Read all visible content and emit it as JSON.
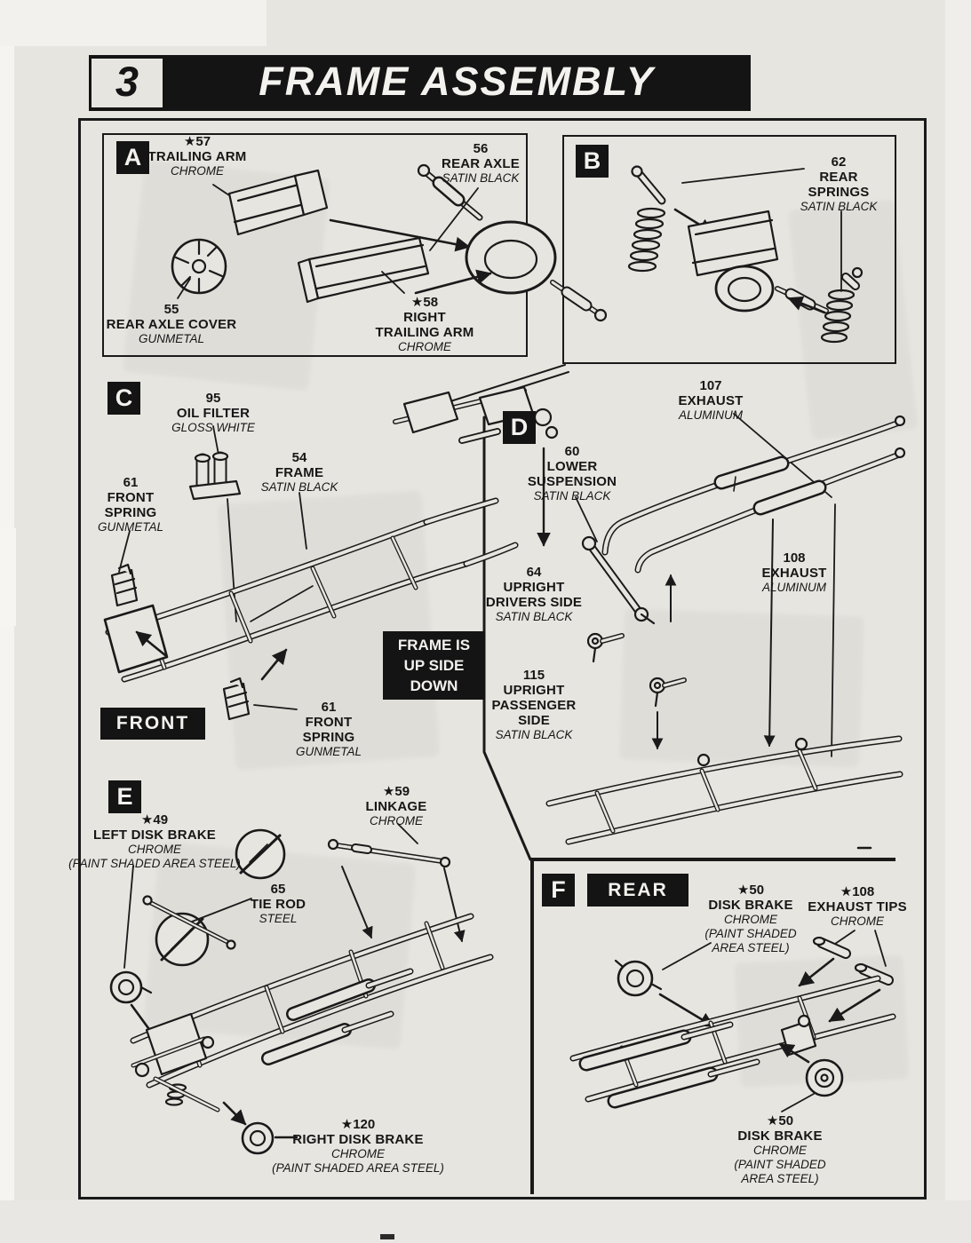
{
  "page": {
    "step_number": "3",
    "title": "FRAME ASSEMBLY"
  },
  "colors": {
    "ink": "#1a1a1a",
    "paper": "#e7e5e0"
  },
  "panels": {
    "a": {
      "letter": "A",
      "labels": [
        {
          "num": "★57",
          "name": "TRAILING ARM",
          "finish": "CHROME"
        },
        {
          "num": "56",
          "name": "REAR AXLE",
          "finish": "SATIN BLACK"
        },
        {
          "num": "55",
          "name": "REAR  AXLE COVER",
          "finish": "GUNMETAL"
        },
        {
          "num": "★58",
          "name": "RIGHT\nTRAILING ARM",
          "finish": "CHROME"
        }
      ]
    },
    "b": {
      "letter": "B",
      "labels": [
        {
          "num": "62",
          "name": "REAR\nSPRINGS",
          "finish": "SATIN BLACK"
        }
      ]
    },
    "c": {
      "letter": "C",
      "front_label": "FRONT",
      "note": "FRAME IS\nUP SIDE\nDOWN",
      "labels": [
        {
          "num": "95",
          "name": "OIL FILTER",
          "finish": "GLOSS WHITE"
        },
        {
          "num": "54",
          "name": "FRAME",
          "finish": "SATIN BLACK"
        },
        {
          "num": "61",
          "name": "FRONT\nSPRING",
          "finish": "GUNMETAL"
        },
        {
          "num": "61",
          "name": "FRONT\nSPRING",
          "finish": "GUNMETAL"
        }
      ]
    },
    "d": {
      "letter": "D",
      "labels": [
        {
          "num": "107",
          "name": "EXHAUST",
          "finish": "ALUMINUM"
        },
        {
          "num": "60",
          "name": "LOWER\nSUSPENSION",
          "finish": "SATIN BLACK"
        },
        {
          "num": "64",
          "name": "UPRIGHT\nDRIVERS SIDE",
          "finish": "SATIN BLACK"
        },
        {
          "num": "115",
          "name": "UPRIGHT\nPASSENGER\nSIDE",
          "finish": "SATIN BLACK"
        },
        {
          "num": "108",
          "name": "EXHAUST",
          "finish": "ALUMINUM"
        }
      ]
    },
    "e": {
      "letter": "E",
      "labels": [
        {
          "num": "★49",
          "name": "LEFT DISK BRAKE",
          "finish": "CHROME",
          "note": "(PAINT SHADED AREA STEEL)"
        },
        {
          "num": "★59",
          "name": "LINKAGE",
          "finish": "CHROME"
        },
        {
          "num": "65",
          "name": "TIE ROD",
          "finish": "STEEL"
        },
        {
          "num": "★120",
          "name": "RIGHT DISK BRAKE",
          "finish": "CHROME",
          "note": "(PAINT SHADED AREA STEEL)"
        }
      ]
    },
    "f": {
      "letter": "F",
      "rear_label": "REAR",
      "labels": [
        {
          "num": "★50",
          "name": "DISK BRAKE",
          "finish": "CHROME",
          "note": "(PAINT SHADED\nAREA STEEL)"
        },
        {
          "num": "★108",
          "name": "EXHAUST TIPS",
          "finish": "CHROME"
        },
        {
          "num": "★50",
          "name": "DISK BRAKE",
          "finish": "CHROME",
          "note": "(PAINT SHADED\nAREA STEEL)"
        }
      ]
    }
  }
}
